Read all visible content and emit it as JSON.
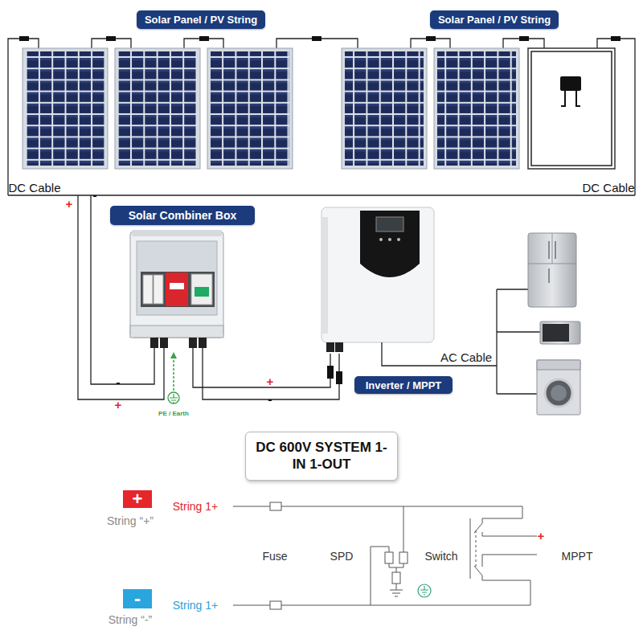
{
  "diagram": {
    "title": "DC 600V SYSTEM 1-IN 1-OUT",
    "nodes": [
      {
        "text": [
          "Solar Panel / PV String"
        ]
      },
      {
        "text": [
          "Solar Panel / PV String"
        ]
      },
      {
        "text": [
          "Solar Combiner Box"
        ]
      },
      {
        "text": [
          "Inverter / MPPT"
        ]
      },
      {
        "text": [
          "+"
        ]
      },
      {
        "text": [
          "-"
        ]
      }
    ],
    "labels": [
      "DC Cable",
      "DC Cable",
      "-",
      "+",
      "-",
      "+",
      "-",
      "+",
      "PE / Earth",
      "AC Cable",
      "String 1+",
      "String “+”",
      "Fuse",
      "SPD",
      "Switch",
      "+",
      "MPPT",
      "String “-”",
      "String 1+"
    ]
  }
}
